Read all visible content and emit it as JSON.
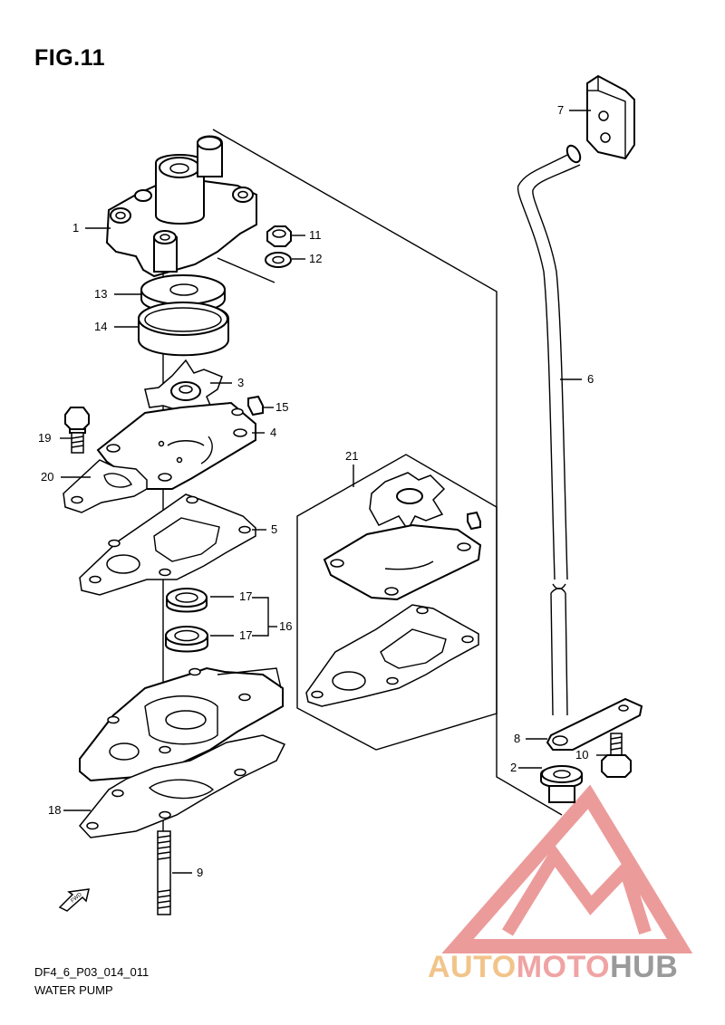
{
  "figure": {
    "title": "FIG.11",
    "code": "DF4_6_P03_014_011",
    "name": "WATER PUMP"
  },
  "callouts": [
    {
      "id": "c1",
      "label": "1"
    },
    {
      "id": "c2",
      "label": "2"
    },
    {
      "id": "c3",
      "label": "3"
    },
    {
      "id": "c4",
      "label": "4"
    },
    {
      "id": "c5",
      "label": "5"
    },
    {
      "id": "c6",
      "label": "6"
    },
    {
      "id": "c7",
      "label": "7"
    },
    {
      "id": "c8",
      "label": "8"
    },
    {
      "id": "c9",
      "label": "9"
    },
    {
      "id": "c10",
      "label": "10"
    },
    {
      "id": "c11",
      "label": "11"
    },
    {
      "id": "c12",
      "label": "12"
    },
    {
      "id": "c13",
      "label": "13"
    },
    {
      "id": "c14",
      "label": "14"
    },
    {
      "id": "c15",
      "label": "15"
    },
    {
      "id": "c16",
      "label": "16"
    },
    {
      "id": "c17a",
      "label": "17"
    },
    {
      "id": "c17b",
      "label": "17"
    },
    {
      "id": "c18",
      "label": "18"
    },
    {
      "id": "c19",
      "label": "19"
    },
    {
      "id": "c20",
      "label": "20"
    },
    {
      "id": "c21",
      "label": "21"
    }
  ],
  "fwd_label": "FWD",
  "watermark": {
    "part1": "AUTO",
    "part2": "MOTO",
    "part3": "HUB",
    "colors": {
      "auto": "#f2c48a",
      "moto": "#f0a3a3",
      "hub": "#9a9a9a",
      "logo": "#e98a8a"
    }
  }
}
